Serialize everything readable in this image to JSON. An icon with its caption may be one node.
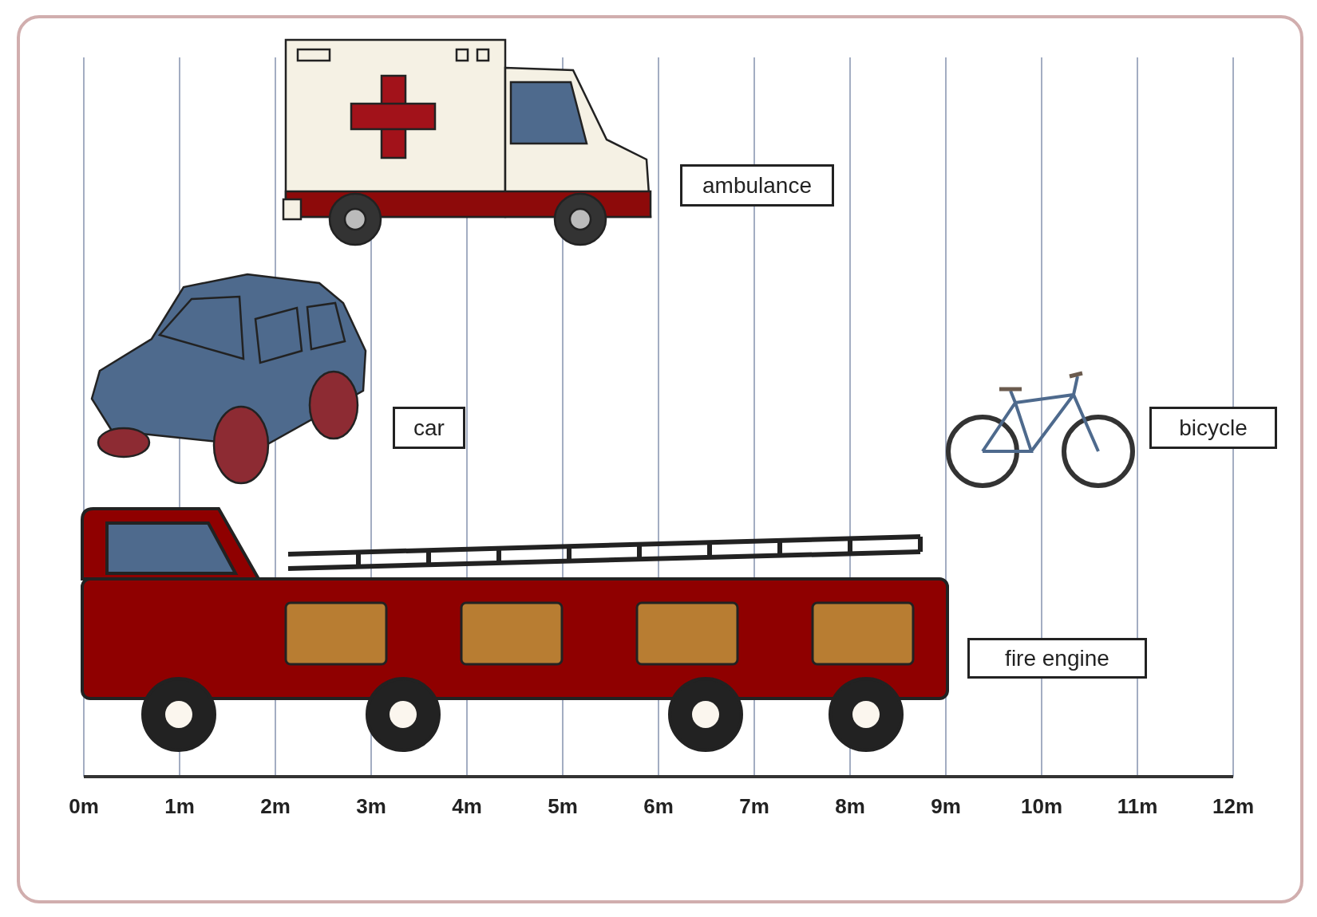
{
  "diagram": {
    "nodes": [
      {
        "text": [
          "ambulance"
        ]
      },
      {
        "text": [
          "car"
        ]
      },
      {
        "text": [
          "bicycle"
        ]
      },
      {
        "text": [
          "fire engine"
        ]
      }
    ],
    "labels": [
      "0m",
      "1m",
      "2m",
      "3m",
      "4m",
      "5m",
      "6m",
      "7m",
      "8m",
      "9m",
      "10m",
      "11m",
      "12m"
    ]
  }
}
